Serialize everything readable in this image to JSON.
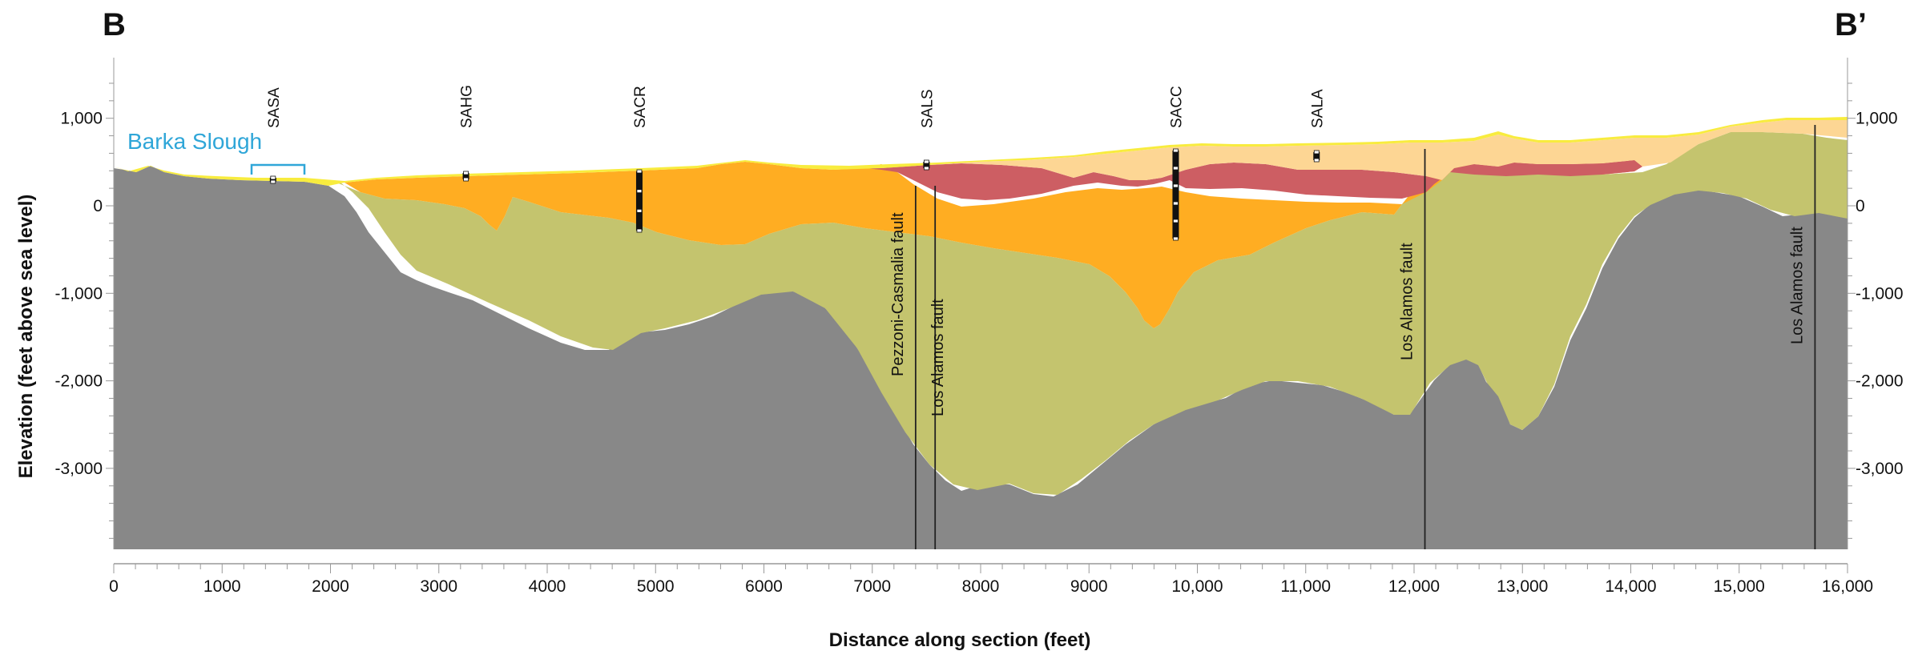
{
  "section": {
    "start_label": "B",
    "end_label": "B’"
  },
  "axes": {
    "y_title": "Elevation (feet above sea level)",
    "x_title": "Distance along section (feet)",
    "y_ticks": [
      {
        "value": 1000,
        "label": "1,000"
      },
      {
        "value": 0,
        "label": "0"
      },
      {
        "value": -1000,
        "label": "-1,000"
      },
      {
        "value": -2000,
        "label": "-2,000"
      },
      {
        "value": -3000,
        "label": "-3,000"
      }
    ],
    "x_ticks": [
      {
        "value": 0,
        "label": "0"
      },
      {
        "value": 1000,
        "label": "1000"
      },
      {
        "value": 2000,
        "label": "2000"
      },
      {
        "value": 3000,
        "label": "3000"
      },
      {
        "value": 4000,
        "label": "4000"
      },
      {
        "value": 5000,
        "label": "5000"
      },
      {
        "value": 6000,
        "label": "6000"
      },
      {
        "value": 7000,
        "label": "7000"
      },
      {
        "value": 8000,
        "label": "8000"
      },
      {
        "value": 9000,
        "label": "9000"
      },
      {
        "value": 10000,
        "label": "10,000"
      },
      {
        "value": 11000,
        "label": "11,000"
      },
      {
        "value": 12000,
        "label": "12,000"
      },
      {
        "value": 13000,
        "label": "13,000"
      },
      {
        "value": 14000,
        "label": "14,000"
      },
      {
        "value": 15000,
        "label": "15,000"
      },
      {
        "value": 16000,
        "label": "16,000"
      }
    ],
    "x_range": [
      0,
      16000
    ],
    "y_range": [
      -4000,
      1500
    ]
  },
  "place_label": {
    "text": "Barka Slough",
    "color": "#2fa6d8"
  },
  "wells": [
    {
      "name": "SASA",
      "distance": 1470
    },
    {
      "name": "SAHG",
      "distance": 3250
    },
    {
      "name": "SACR",
      "distance": 4850
    },
    {
      "name": "SALS",
      "distance": 7500
    },
    {
      "name": "SACC",
      "distance": 9800
    },
    {
      "name": "SALA",
      "distance": 11100
    }
  ],
  "faults": [
    {
      "name": "Pezzoni-Casmalia fault",
      "distance": 7400
    },
    {
      "name": "Los Alamos fault",
      "distance": 7580
    },
    {
      "name": "Los Alamos fault",
      "distance": 12100
    },
    {
      "name": "Los Alamos fault",
      "distance": 15700
    }
  ],
  "colors": {
    "basement": "#888888",
    "olive": "#c4c46e",
    "orange": "#ffad22",
    "red": "#cd5e63",
    "tan": "#fdd694",
    "yellow": "#f8ec3e",
    "line": "#222222"
  }
}
